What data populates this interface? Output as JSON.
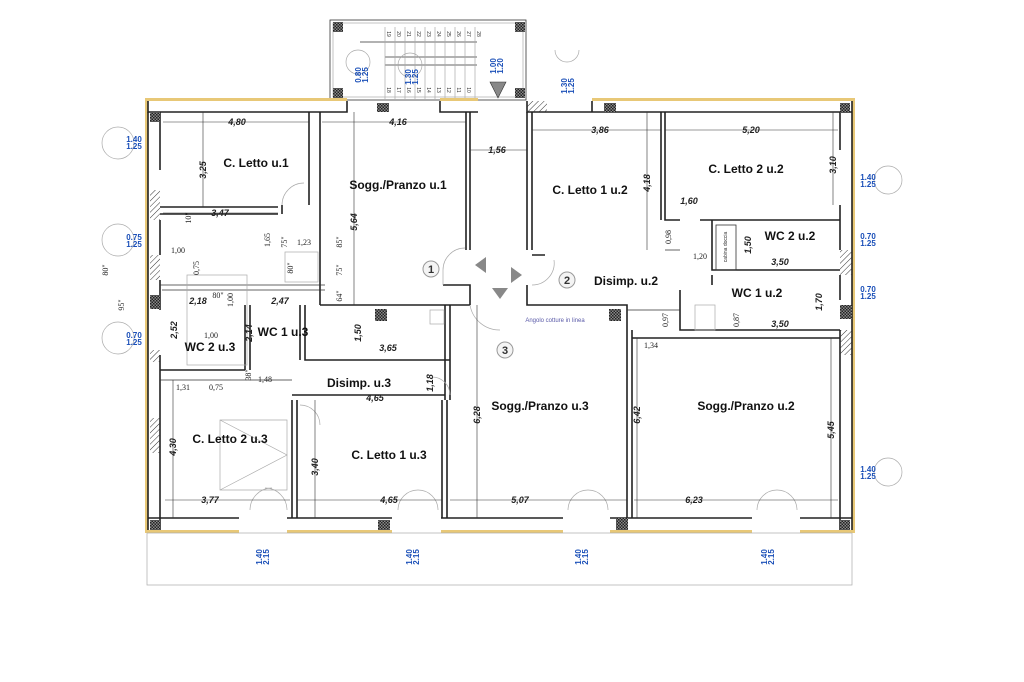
{
  "rooms": {
    "letto_u1": "C. Letto u.1",
    "pranzo_u1": "Sogg./Pranzo u.1",
    "letto1_u2": "C. Letto 1 u.2",
    "letto2_u2": "C. Letto 2 u.2",
    "wc2_u2": "WC 2 u.2",
    "disimp_u2": "Disimp. u.2",
    "wc1_u2": "WC 1 u.2",
    "wc1_u3": "WC 1 u.3",
    "wc2_u3": "WC 2 u.3",
    "disimp_u3": "Disimp. u.3",
    "pranzo_u3": "Sogg./Pranzo u.3",
    "pranzo_u2": "Sogg./Pranzo u.2",
    "letto2_u3": "C. Letto 2 u.3",
    "letto1_u3": "C. Letto 1 u.3"
  },
  "notes": {
    "angolo_cottura": "Angolo cotture in linea",
    "cabina_doccia": "cabina doccia"
  },
  "unit_markers": [
    "1",
    "2",
    "3"
  ],
  "dimensions": [
    "4,80",
    "4,16",
    "1,56",
    "3,86",
    "5,20",
    "3,25",
    "5,64",
    "4,18",
    "3,10",
    "3,47",
    "1,60",
    "0,98",
    "1,50",
    "1,20",
    "3,50",
    "1,70",
    "3,50",
    "0,97",
    "0,87",
    "1,34",
    "1,00",
    "0,75",
    "1,65",
    "1,23",
    "2,18",
    "2,47",
    "1,00",
    "2,52",
    "2,14",
    "1,00",
    "1,50",
    "3,65",
    "1,18",
    "4,65",
    "1,31",
    "0,75",
    "1,48",
    "6,28",
    "6,42",
    "5,45",
    "4,30",
    "3,40",
    "3,77",
    "4,65",
    "5,07",
    "6,23"
  ],
  "inch_marks": [
    "80\"",
    "95\"",
    "75\"",
    "85\"",
    "80\"",
    "75\"",
    "64\"",
    "80\"",
    "10\"",
    "38\""
  ],
  "windows": [
    {
      "w": "1.40",
      "h": "1.25"
    },
    {
      "w": "0.75",
      "h": "1.25"
    },
    {
      "w": "0.70",
      "h": "1.25"
    },
    {
      "w": "0.80",
      "h": "1.25"
    },
    {
      "w": "1.30",
      "h": "1.25"
    },
    {
      "w": "1.00",
      "h": "1.20"
    },
    {
      "w": "1.30",
      "h": "1.25"
    },
    {
      "w": "1.40",
      "h": "1.25"
    },
    {
      "w": "0.70",
      "h": "1.25"
    },
    {
      "w": "0.70",
      "h": "1.25"
    },
    {
      "w": "1.40",
      "h": "1.25"
    },
    {
      "w": "1.40",
      "h": "2.15"
    },
    {
      "w": "1.40",
      "h": "2.15"
    },
    {
      "w": "1.40",
      "h": "2.15"
    },
    {
      "w": "1.40",
      "h": "2.15"
    }
  ],
  "stair_steps_top": [
    "19",
    "20",
    "21",
    "22",
    "23",
    "24",
    "25",
    "26",
    "27",
    "28"
  ],
  "stair_steps_bottom": [
    "18",
    "17",
    "16",
    "15",
    "14",
    "13",
    "12",
    "11",
    "10"
  ],
  "colors": {
    "facade": "#e8c877",
    "window_label": "#1a4fb8",
    "wall": "#222222"
  }
}
